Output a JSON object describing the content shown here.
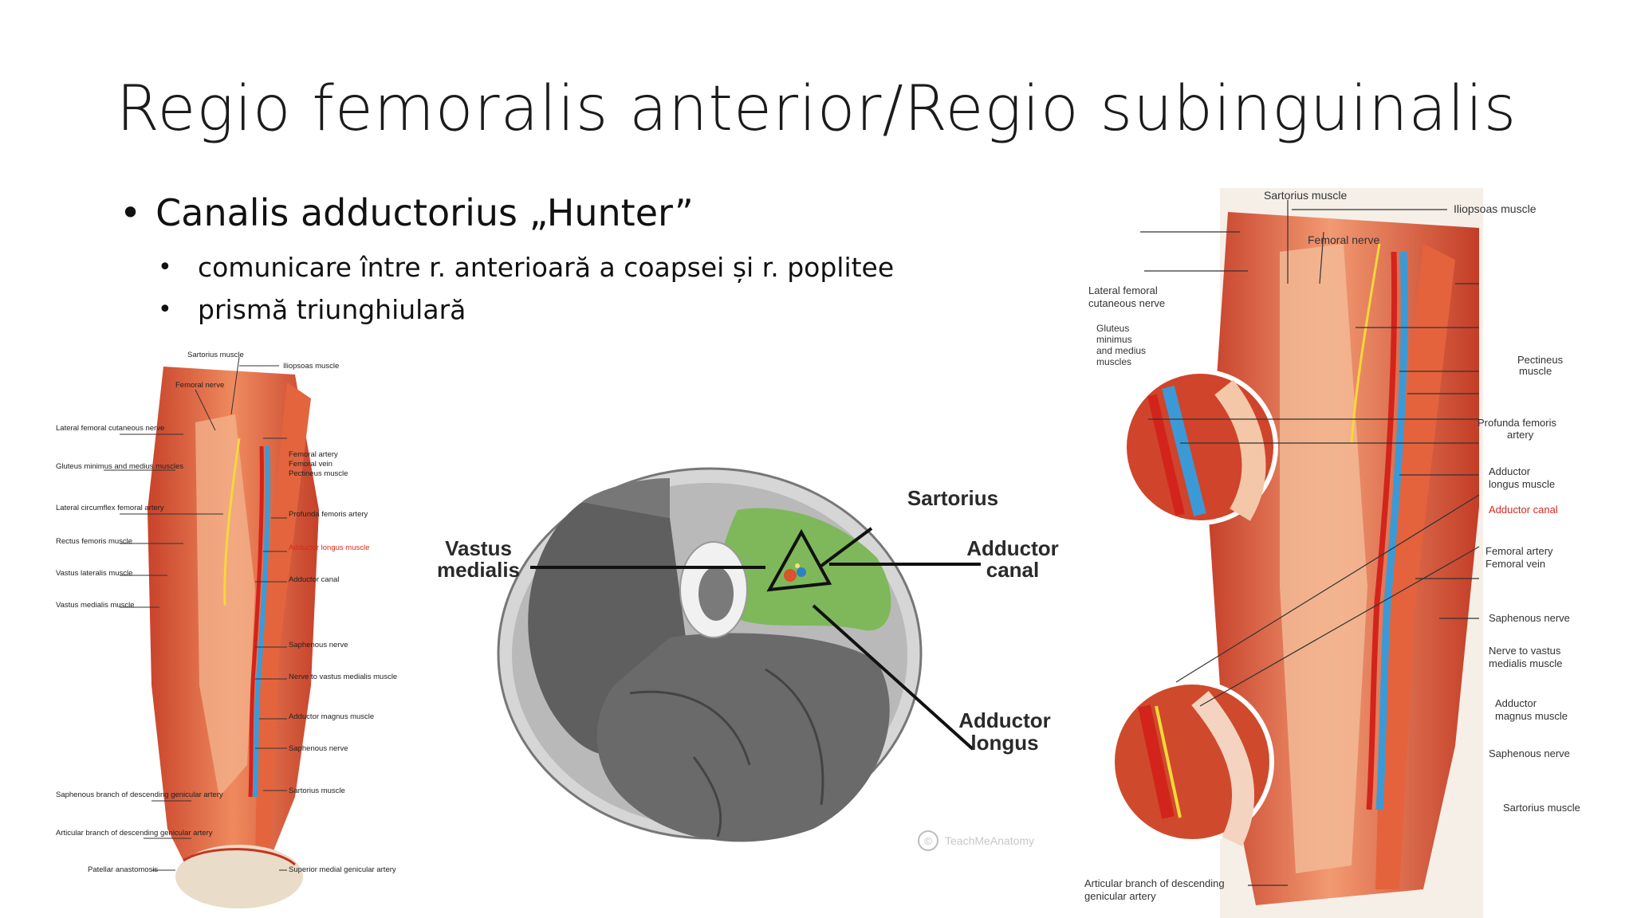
{
  "slide": {
    "title": "Regio femoralis anterior/Regio subinguinalis",
    "bullet_main": "Canalis adductorius „Hunter”",
    "sub_bullets": [
      "comunicare între r. anterioară a coapsei și r. poplitee",
      "prismă triunghiulară"
    ]
  },
  "left_figure": {
    "labels": {
      "sartorius": "Sartorius muscle",
      "iliopsoas": "Iliopsoas muscle",
      "femoral_nerve": "Femoral nerve",
      "lat_fem_cut": "Lateral femoral cutaneous nerve",
      "gluteus": "Gluteus minimus and medius muscles",
      "femoral_artery": "Femoral artery",
      "femoral_vein": "Femoral vein",
      "pectineus": "Pectineus muscle",
      "lat_circ": "Lateral circumflex femoral artery",
      "profunda": "Profunda femoris artery",
      "rectus": "Rectus femoris muscle",
      "add_longus": "Adductor longus muscle",
      "vastus_lat": "Vastus lateralis muscle",
      "add_canal": "Adductor canal",
      "vastus_med": "Vastus medialis muscle",
      "saphenous_nerve": "Saphenous nerve",
      "nerve_vastus": "Nerve to vastus medialis muscle",
      "add_magnus": "Adductor magnus muscle",
      "saphenous_nerve2": "Saphenous nerve",
      "saph_branch": "Saphenous branch of descending genicular artery",
      "sartorius2": "Sartorius muscle",
      "articular": "Articular branch of descending genicular artery",
      "patellar": "Patellar anastomosis",
      "sup_medial": "Superior medial genicular artery"
    }
  },
  "center_figure": {
    "labels": {
      "sartorius": "Sartorius",
      "vastus_line1": "Vastus",
      "vastus_line2": "medialis",
      "canal_line1": "Adductor",
      "canal_line2": "canal",
      "longus_line1": "Adductor",
      "longus_line2": "longus",
      "watermark": "TeachMeAnatomy"
    },
    "colors": {
      "highlight": "#7fb85a",
      "artery": "#d9542b",
      "vein": "#2f80c2"
    }
  },
  "right_figure": {
    "labels": {
      "sartorius": "Sartorius muscle",
      "iliopsoas": "Iliopsoas muscle",
      "femoral_nerve": "Femoral nerve",
      "lat_fem_cut_1": "Lateral femoral",
      "lat_fem_cut_2": "cutaneous nerve",
      "gluteus_1": "Gluteus",
      "gluteus_2": "minimus",
      "gluteus_3": "and medius",
      "gluteus_4": "muscles",
      "pectineus_1": "Pectineus",
      "pectineus_2": "muscle",
      "profunda_1": "Profunda femoris",
      "profunda_2": "artery",
      "add_longus_1": "Adductor",
      "add_longus_2": "longus muscle",
      "add_canal": "Adductor canal",
      "femoral_artery": "Femoral artery",
      "femoral_vein": "Femoral vein",
      "saphenous_nerve": "Saphenous nerve",
      "nerve_vastus_1": "Nerve to vastus",
      "nerve_vastus_2": "medialis muscle",
      "add_magnus_1": "Adductor",
      "add_magnus_2": "magnus muscle",
      "saphenous_nerve2": "Saphenous nerve",
      "sartorius2": "Sartorius muscle",
      "articular_1": "Articular branch of descending",
      "articular_2": "genicular artery"
    },
    "colors": {
      "canal_label": "#d42b1e"
    }
  }
}
